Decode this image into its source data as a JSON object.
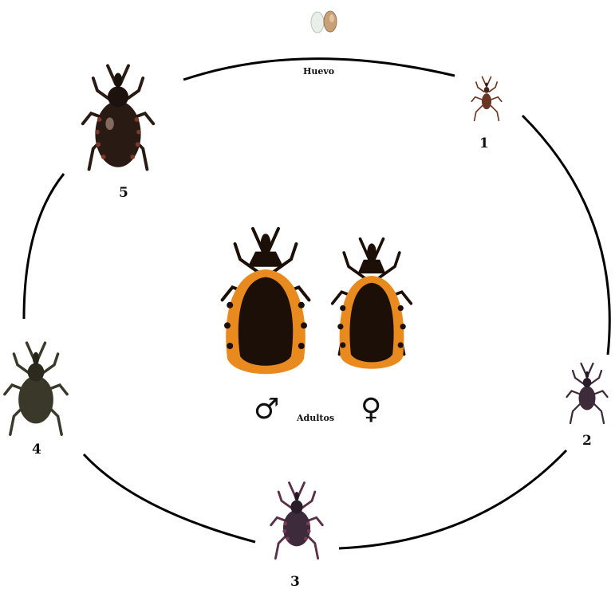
{
  "labels": {
    "egg": "Huevo",
    "adults": "Adultos",
    "male_symbol": "♂",
    "female_symbol": "♀",
    "stage_1": "1",
    "stage_2": "2",
    "stage_3": "3",
    "stage_4": "4",
    "stage_5": "5"
  },
  "colors": {
    "cycle_line": "#000000",
    "adult_body": "#1c0f08",
    "adult_border": "#e88a1e",
    "nymph_dark": "#2a1a14",
    "nymph_brown": "#6b3524",
    "nymph_purple": "#3d2a3a",
    "nymph_olive": "#3a3828",
    "egg_white": "#e8efe8",
    "egg_tan": "#c8a078"
  },
  "icons": {
    "egg_pair": "eggs-icon",
    "stage_1": "first-instar-nymph-icon",
    "stage_2": "second-instar-nymph-icon",
    "stage_3": "third-instar-nymph-icon",
    "stage_4": "fourth-instar-nymph-icon",
    "stage_5": "fifth-instar-nymph-icon",
    "male": "adult-male-bug-icon",
    "female": "adult-female-bug-icon"
  }
}
